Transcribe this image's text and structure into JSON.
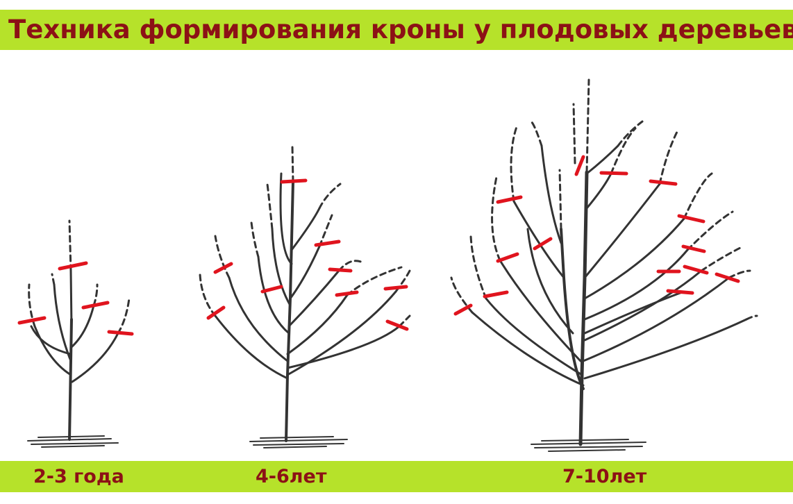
{
  "title": "Техника формирования кроны у плодовых деревьев",
  "trees": [
    {
      "label": "2-3 года"
    },
    {
      "label": "4-6лет"
    },
    {
      "label": "7-10лет"
    }
  ],
  "colors": {
    "band": "#b6e22a",
    "title_text": "#8c1116",
    "branch": "#333333",
    "pruning_mark": "#e0141e"
  },
  "legend_icons": [
    "pruning-cut-mark"
  ]
}
